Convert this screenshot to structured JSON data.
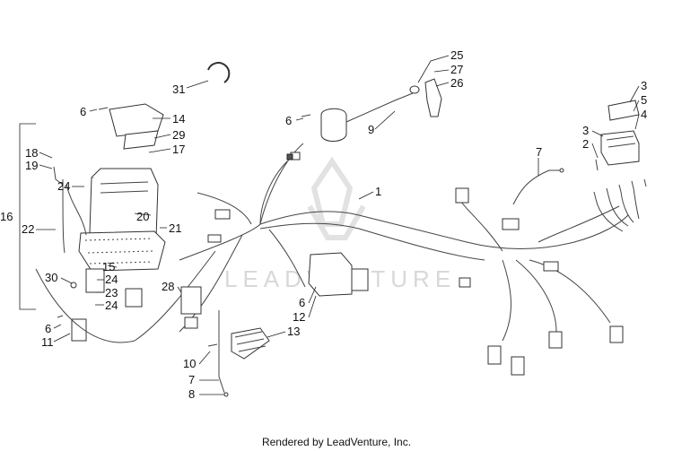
{
  "callouts": [
    {
      "id": "c31",
      "text": "31"
    },
    {
      "id": "c6a",
      "text": "6"
    },
    {
      "id": "c14",
      "text": "14"
    },
    {
      "id": "c29",
      "text": "29"
    },
    {
      "id": "c17",
      "text": "17"
    },
    {
      "id": "c18",
      "text": "18"
    },
    {
      "id": "c19",
      "text": "19"
    },
    {
      "id": "c16",
      "text": "16"
    },
    {
      "id": "c22",
      "text": "22"
    },
    {
      "id": "c24a",
      "text": "24"
    },
    {
      "id": "c20",
      "text": "20"
    },
    {
      "id": "c21",
      "text": "21"
    },
    {
      "id": "c15",
      "text": "15"
    },
    {
      "id": "c30",
      "text": "30"
    },
    {
      "id": "c24b",
      "text": "24"
    },
    {
      "id": "c23",
      "text": "23"
    },
    {
      "id": "c24c",
      "text": "24"
    },
    {
      "id": "c6b",
      "text": "6"
    },
    {
      "id": "c11",
      "text": "11"
    },
    {
      "id": "c6c",
      "text": "6"
    },
    {
      "id": "c9",
      "text": "9"
    },
    {
      "id": "c25",
      "text": "25"
    },
    {
      "id": "c27",
      "text": "27"
    },
    {
      "id": "c26",
      "text": "26"
    },
    {
      "id": "c1",
      "text": "1"
    },
    {
      "id": "c7a",
      "text": "7"
    },
    {
      "id": "c3a",
      "text": "3"
    },
    {
      "id": "c5",
      "text": "5"
    },
    {
      "id": "c4",
      "text": "4"
    },
    {
      "id": "c3b",
      "text": "3"
    },
    {
      "id": "c2",
      "text": "2"
    },
    {
      "id": "c28",
      "text": "28"
    },
    {
      "id": "c6d",
      "text": "6"
    },
    {
      "id": "c12",
      "text": "12"
    },
    {
      "id": "c13",
      "text": "13"
    },
    {
      "id": "c10",
      "text": "10"
    },
    {
      "id": "c7b",
      "text": "7"
    },
    {
      "id": "c8",
      "text": "8"
    }
  ],
  "watermark": "LEADVENTURE",
  "footer": "Rendered by LeadVenture, Inc.",
  "colors": {
    "line": "#333333",
    "watermark": "#d8d8d8"
  }
}
